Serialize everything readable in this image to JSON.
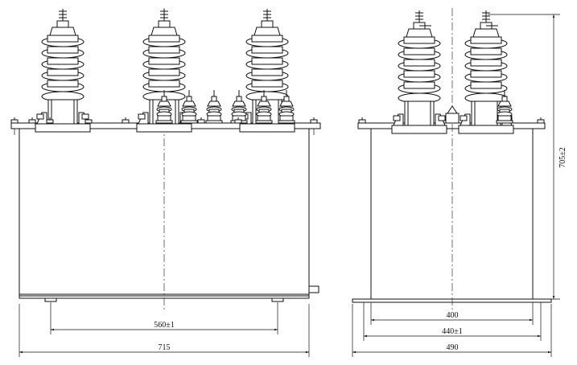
{
  "front_view": {
    "dim_mount_spacing": "560±1",
    "dim_overall_length": "715"
  },
  "side_view": {
    "dim_inner_spacing": "400",
    "dim_mount_spacing": "440±1",
    "dim_overall_width": "490",
    "dim_overall_height": "705±2"
  }
}
